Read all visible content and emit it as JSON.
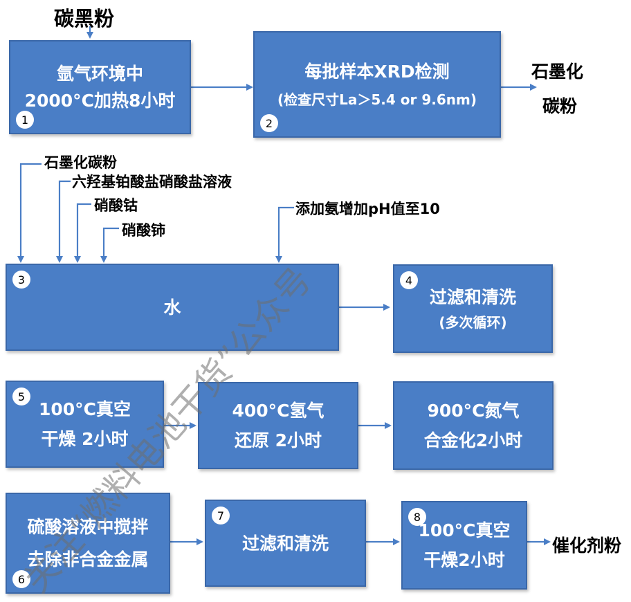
{
  "input_top": "碳黑粉",
  "boxes": {
    "b1": {
      "num": "1",
      "line1": "氩气环境中",
      "line2": "2000°C加热8小时"
    },
    "b2": {
      "num": "2",
      "line1": "每批样本XRD检测",
      "line2": "(检查尺寸La＞5.4 or 9.6nm)"
    },
    "b3": {
      "num": "3",
      "line1": "水"
    },
    "b4": {
      "num": "4",
      "line1": "过滤和清洗",
      "line2": "(多次循环)"
    },
    "b5": {
      "num": "5",
      "line1": "100°C真空",
      "line2": "干燥 2小时"
    },
    "b5b": {
      "line1": "400°C氢气",
      "line2": "还原 2小时"
    },
    "b5c": {
      "line1": "900°C氮气",
      "line2": "合金化2小时"
    },
    "b6": {
      "num": "6",
      "line1": "硫酸溶液中搅拌",
      "line2": "去除非合金金属"
    },
    "b7": {
      "num": "7",
      "line1": "过滤和清洗"
    },
    "b8": {
      "num": "8",
      "line1": "100°C真空",
      "line2": "干燥2小时"
    }
  },
  "outputs": {
    "graphitized_line1": "石墨化",
    "graphitized_line2": "碳粉",
    "catalyst": "催化剂粉"
  },
  "inputs_step3": {
    "i1": "石墨化碳粉",
    "i2": "六羟基铂酸盐硝酸盐溶液",
    "i3": "硝酸钴",
    "i4": "硝酸铈",
    "i5": "添加氨增加pH值至10"
  },
  "watermark": "关注“燃料电池干货”公众号",
  "colors": {
    "box_fill": "#4a7ec6",
    "box_border": "#3a67a8",
    "arrow": "#4a7ec6"
  }
}
